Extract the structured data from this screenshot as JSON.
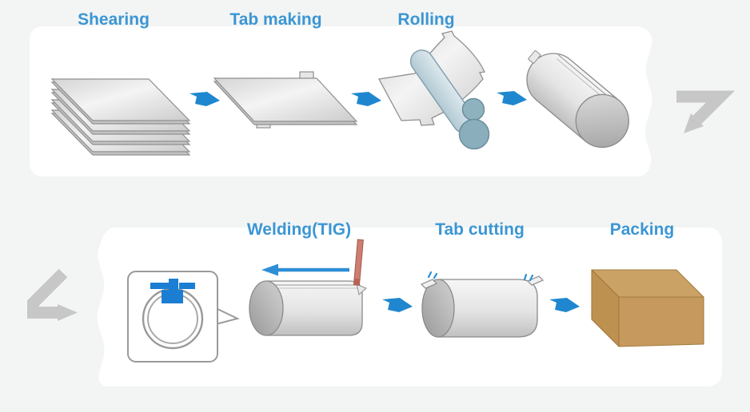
{
  "diagram": {
    "type": "manufacturing-process-flow",
    "rows": 2,
    "row1_step_order": [
      "shearing",
      "tab_making",
      "rolling",
      "rolled_pipe"
    ],
    "row2_step_order": [
      "weld_detail",
      "welding",
      "tab_cutting",
      "packing"
    ]
  },
  "steps": {
    "shearing": {
      "label": "Shearing"
    },
    "tab_making": {
      "label": "Tab making"
    },
    "rolling": {
      "label": "Rolling"
    },
    "welding": {
      "label": "Welding(TIG)"
    },
    "tab_cutting": {
      "label": "Tab cutting"
    },
    "packing": {
      "label": "Packing"
    }
  },
  "icons": [
    "stacked-sheets-icon",
    "tabbed-sheet-icon",
    "rolling-mill-icon",
    "rolled-cylinder-icon",
    "weld-ring-callout-icon",
    "welding-torch-cylinder-icon",
    "tab-cutting-cylinder-icon",
    "cardboard-box-icon",
    "flow-arrow-icon",
    "row-transition-arrow-icon"
  ],
  "colors": {
    "background": "#f3f5f4",
    "panel_white": "#ffffff",
    "label_blue": "#3b96d4",
    "flow_arrow_blue": "#1f87cf",
    "weld_direction_blue": "#2e8fd5",
    "torch_symbol_blue": "#1b7ed2",
    "transition_arrow_gray": "#c7c7c7",
    "metal_gray": "#d9d9d9",
    "metal_outline_gray": "#8f8f8f",
    "roller_blue_gray": "#8fb2bf",
    "weld_rod_red": "#cd7d71",
    "box_brown": "#c69a5e"
  }
}
